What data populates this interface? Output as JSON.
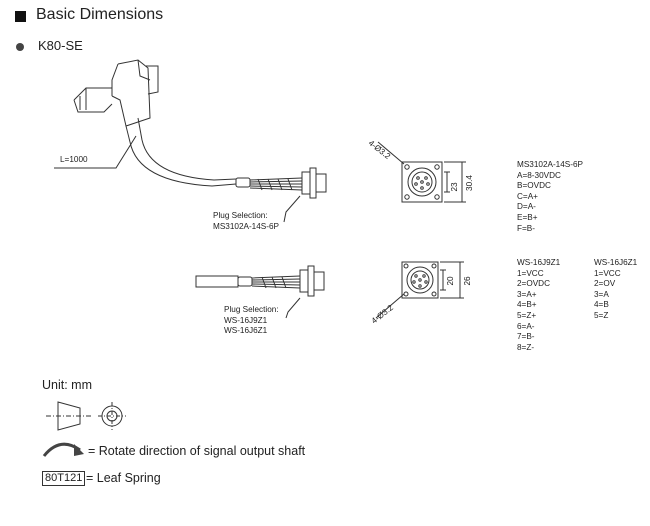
{
  "title": "Basic Dimensions",
  "model": "K80-SE",
  "cable": {
    "length_label": "L=1000",
    "plug_top": [
      "Plug Selection:",
      "MS3102A-14S-6P"
    ],
    "plug_bottom": [
      "Plug Selection:",
      "WS-16J9Z1",
      "WS-16J6Z1"
    ]
  },
  "connector_top": {
    "hole_label": "4-Ø3.2",
    "dim_inner": "23",
    "dim_outer": "30.4",
    "pinout": [
      "MS3102A-14S-6P",
      "A=8-30VDC",
      "B=OVDC",
      "C=A+",
      "D=A-",
      "E=B+",
      "F=B-"
    ]
  },
  "connector_bottom": {
    "hole_label": "4-Ø3.2",
    "dim_inner": "20",
    "dim_outer": "26",
    "pinout_9": [
      "WS-16J9Z1",
      "1=VCC",
      "2=OVDC",
      "3=A+",
      "4=B+",
      "5=Z+",
      "6=A-",
      "7=B-",
      "8=Z-"
    ],
    "pinout_6": [
      "WS-16J6Z1",
      "1=VCC",
      "2=OV",
      "3=A",
      "4=B",
      "5=Z"
    ]
  },
  "legend": {
    "unit": "Unit: mm",
    "rotate": "= Rotate direction of signal output shaft",
    "spring_code": "80T121",
    "spring": "= Leaf Spring"
  },
  "colors": {
    "ink": "#222222",
    "title_square": "#111111"
  },
  "icons": {
    "title_marker": "black-square-icon",
    "model_marker": "bullet-icon",
    "projection": "projection-symbol-icon",
    "rotate": "rotate-arrow-icon"
  }
}
